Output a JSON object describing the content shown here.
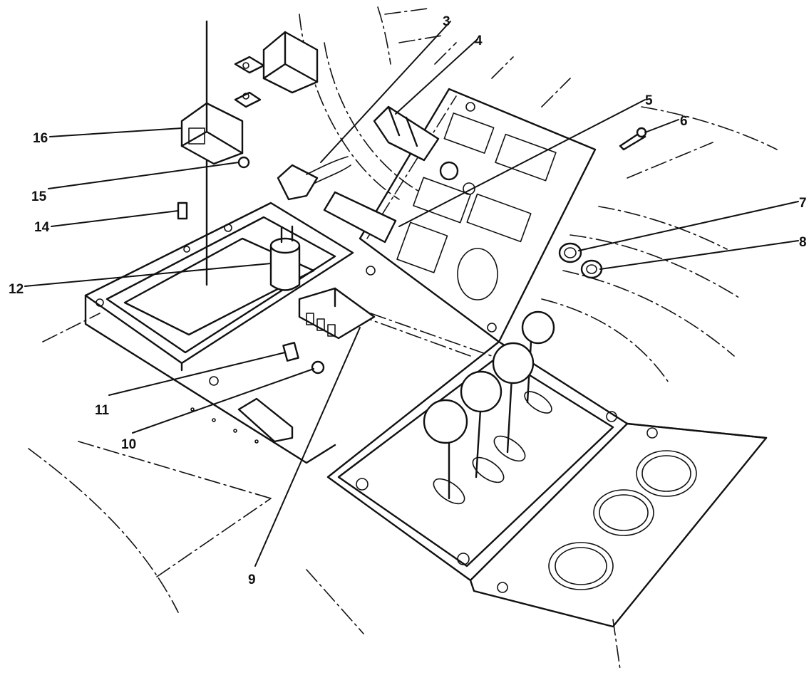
{
  "callouts": [
    {
      "id": "c3",
      "label": "3"
    },
    {
      "id": "c4",
      "label": "4"
    },
    {
      "id": "c5",
      "label": "5"
    },
    {
      "id": "c6",
      "label": "6"
    },
    {
      "id": "c7",
      "label": "7"
    },
    {
      "id": "c8",
      "label": "8"
    },
    {
      "id": "c9",
      "label": "9"
    },
    {
      "id": "c10",
      "label": "10"
    },
    {
      "id": "c11",
      "label": "11"
    },
    {
      "id": "c12",
      "label": "12"
    },
    {
      "id": "c14",
      "label": "14"
    },
    {
      "id": "c15",
      "label": "15"
    },
    {
      "id": "c16",
      "label": "16"
    }
  ]
}
